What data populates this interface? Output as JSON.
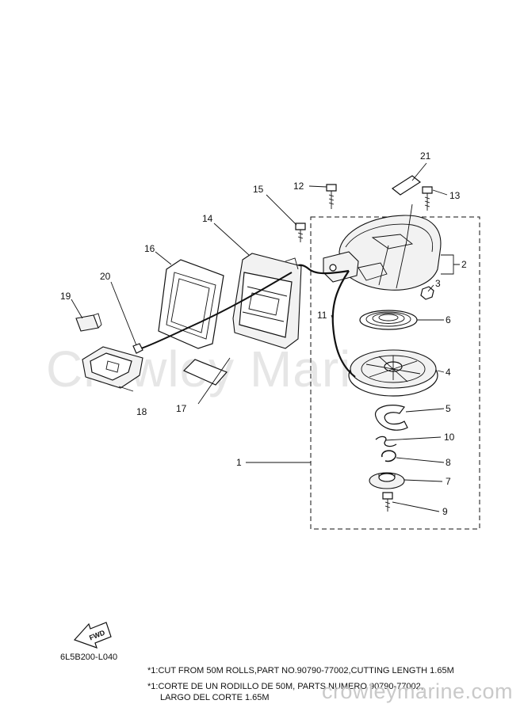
{
  "watermark": {
    "center": "Crowley Marine",
    "url": "crowleymarine.com"
  },
  "diagram_code": "6L5B200-L040",
  "fwd_label": "FWD",
  "notes": {
    "en": "*1:CUT FROM 50M ROLLS,PART NO.90790-77002,CUTTING LENGTH 1.65M",
    "es_line1": "*1:CORTE DE UN RODILLO DE 50M, PARTS NUMERO 90790-77002,",
    "es_line2": "LARGO DEL CORTE 1.65M"
  },
  "callouts": [
    {
      "id": "c1",
      "text": "1"
    },
    {
      "id": "c2",
      "text": "2"
    },
    {
      "id": "c3",
      "text": "3"
    },
    {
      "id": "c4",
      "text": "4"
    },
    {
      "id": "c5",
      "text": "5"
    },
    {
      "id": "c6",
      "text": "6"
    },
    {
      "id": "c7",
      "text": "7"
    },
    {
      "id": "c8",
      "text": "8"
    },
    {
      "id": "c9",
      "text": "9"
    },
    {
      "id": "c10",
      "text": "10"
    },
    {
      "id": "c11",
      "text": "11"
    },
    {
      "id": "c12",
      "text": "12"
    },
    {
      "id": "c13",
      "text": "13"
    },
    {
      "id": "c14",
      "text": "14"
    },
    {
      "id": "c15",
      "text": "15"
    },
    {
      "id": "c16",
      "text": "16"
    },
    {
      "id": "c17",
      "text": "17"
    },
    {
      "id": "c18",
      "text": "18"
    },
    {
      "id": "c19",
      "text": "19"
    },
    {
      "id": "c20",
      "text": "20"
    },
    {
      "id": "c21",
      "text": "21"
    }
  ]
}
